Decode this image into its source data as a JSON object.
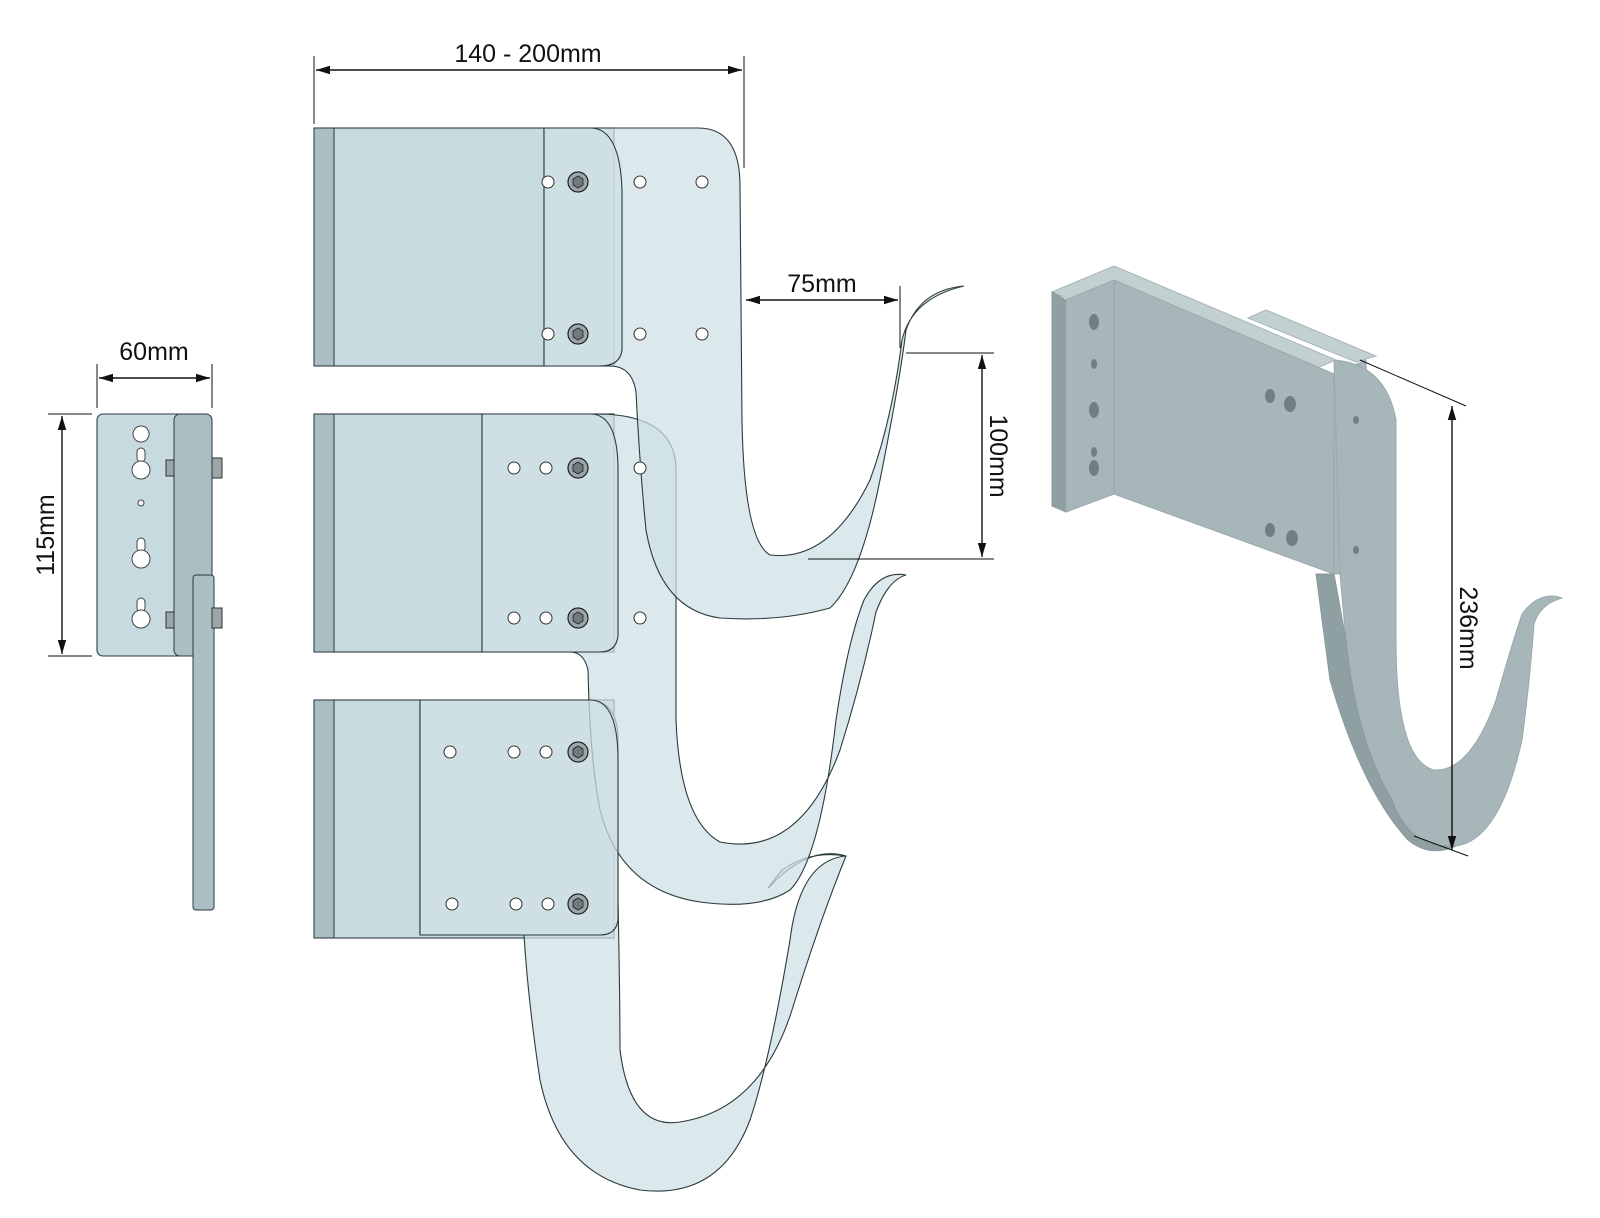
{
  "dimensions": {
    "width_range": "140 - 200mm",
    "hook_opening": "75mm",
    "hook_depth": "100mm",
    "plate_width": "60mm",
    "plate_height": "115mm",
    "total_height": "236mm"
  },
  "colors": {
    "plate": "#cfe0e4",
    "outline": "#2b3a3e",
    "iso_body": "#a7b6b8",
    "dimension_lines": "#111111"
  }
}
